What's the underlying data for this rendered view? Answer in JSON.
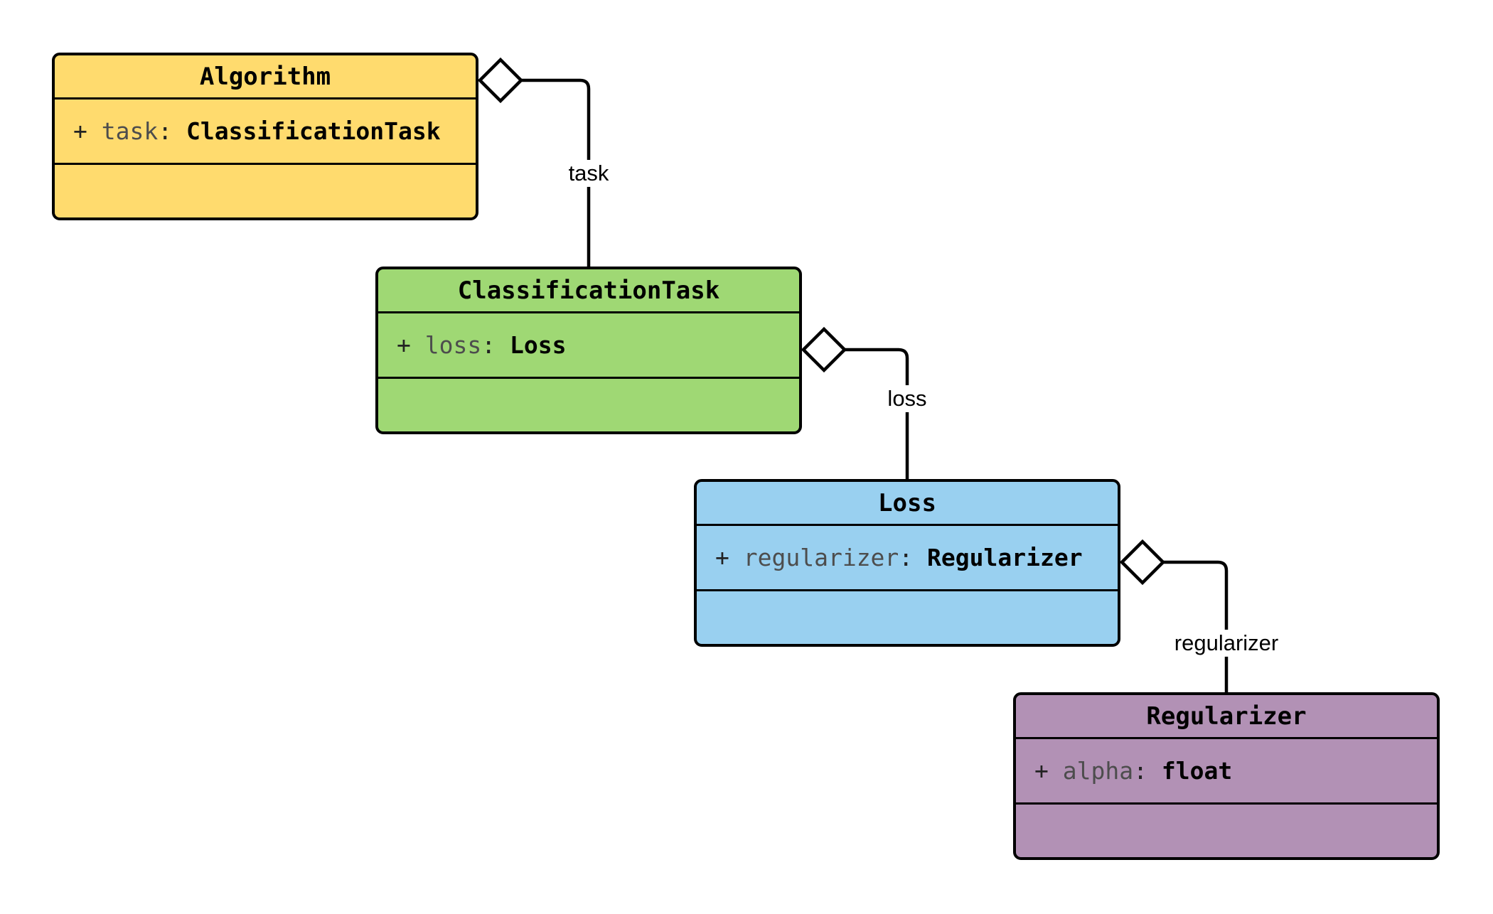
{
  "diagram": {
    "background_color": "#ffffff",
    "line_color": "#000000",
    "classes": [
      {
        "name": "Algorithm",
        "fill": "#ffdb6e",
        "attribute": {
          "prefix": "+ ",
          "name": "task",
          "separator": ": ",
          "type": "ClassificationTask"
        }
      },
      {
        "name": "ClassificationTask",
        "fill": "#9fd874",
        "attribute": {
          "prefix": "+ ",
          "name": "loss",
          "separator": ": ",
          "type": "Loss"
        }
      },
      {
        "name": "Loss",
        "fill": "#99d0f0",
        "attribute": {
          "prefix": "+ ",
          "name": "regularizer",
          "separator": ": ",
          "type": "Regularizer"
        }
      },
      {
        "name": "Regularizer",
        "fill": "#b291b5",
        "attribute": {
          "prefix": "+ ",
          "name": "alpha",
          "separator": ": ",
          "type": "float"
        }
      }
    ],
    "edges": [
      {
        "label": "task",
        "kind": "aggregation",
        "from": "Algorithm",
        "to": "ClassificationTask"
      },
      {
        "label": "loss",
        "kind": "aggregation",
        "from": "ClassificationTask",
        "to": "Loss"
      },
      {
        "label": "regularizer",
        "kind": "aggregation",
        "from": "Loss",
        "to": "Regularizer"
      }
    ]
  }
}
